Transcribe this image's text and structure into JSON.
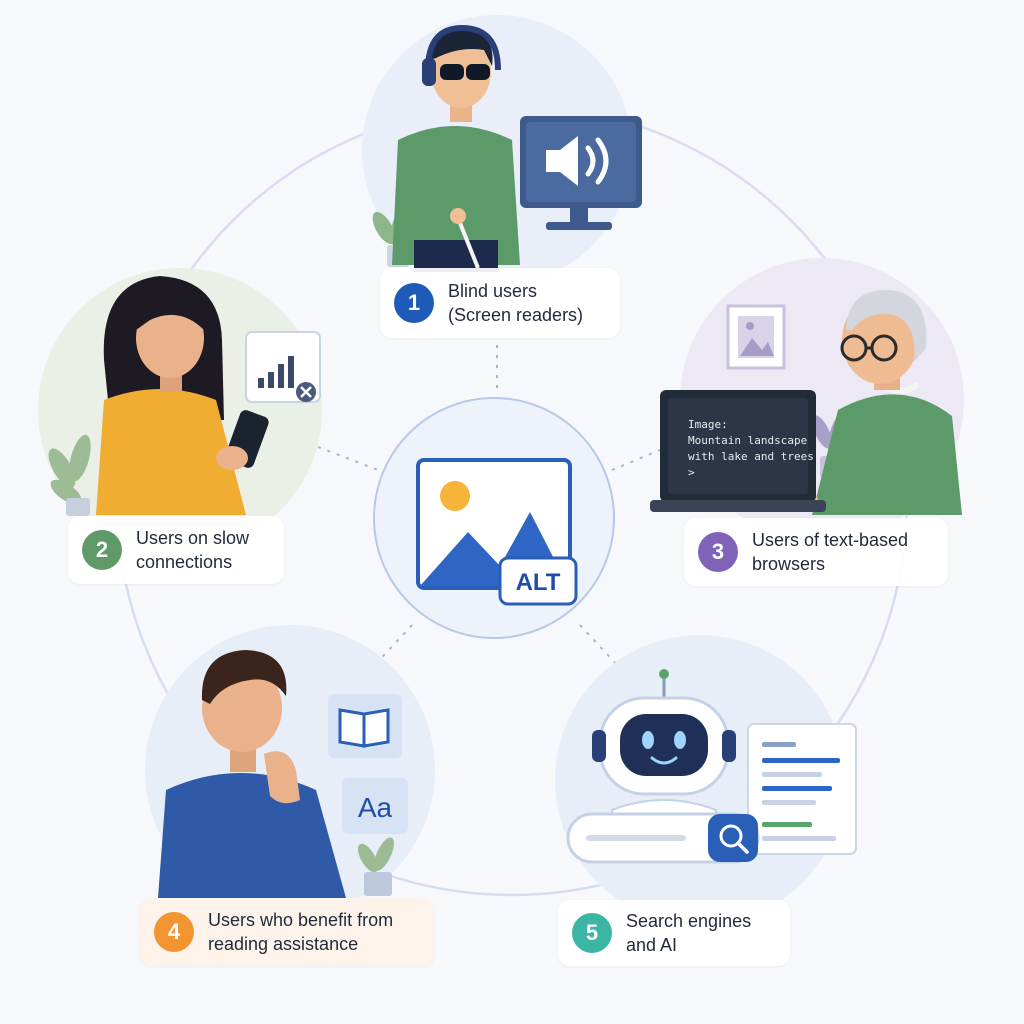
{
  "center": {
    "badge_text": "ALT"
  },
  "nodes": [
    {
      "number": "1",
      "line1": "Blind users",
      "line2": "(Screen readers)",
      "color": "#1e5bb8",
      "card_bg": "#eef3fb"
    },
    {
      "number": "2",
      "line1": "Users on slow",
      "line2": "connections",
      "color": "#5e9a68",
      "card_bg": "#f1f5ef"
    },
    {
      "number": "3",
      "line1": "Users of text-based",
      "line2": "browsers",
      "color": "#7e63b8",
      "card_bg": "#eef1f9"
    },
    {
      "number": "4",
      "line1": "Users who benefit from",
      "line2": "reading assistance",
      "color": "#f2942f",
      "card_bg": "#fdf3ea"
    },
    {
      "number": "5",
      "line1": "Search engines",
      "line2": "and AI",
      "color": "#3cb6a4",
      "card_bg": "#eef3fa"
    }
  ],
  "terminal": {
    "line1": "Image:",
    "line2": "Mountain landscape",
    "line3": "with lake and trees.",
    "prompt": ">"
  },
  "book_tile": {
    "text": "Aa"
  },
  "icons": {
    "speaker": "speaker-icon",
    "signal": "weak-signal-icon",
    "picture": "picture-frame-icon",
    "book": "book-icon",
    "font": "font-size-icon",
    "search": "search-icon",
    "robot": "robot-icon"
  }
}
